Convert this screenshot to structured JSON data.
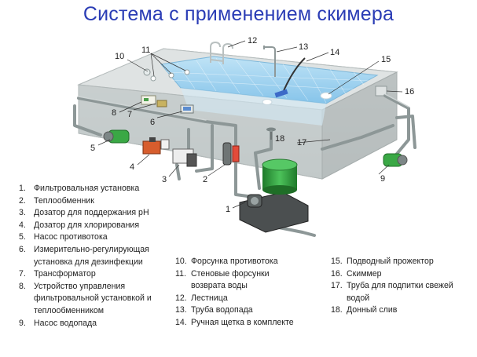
{
  "title": "Система с применением скимера",
  "callouts": [
    "1",
    "2",
    "3",
    "4",
    "5",
    "6",
    "7",
    "8",
    "9",
    "10",
    "11",
    "12",
    "13",
    "14",
    "15",
    "16",
    "17",
    "18"
  ],
  "legend": [
    [
      {
        "num": "1.",
        "text": "Фильтровальная установка"
      },
      {
        "num": "2.",
        "text": "Теплообменник"
      },
      {
        "num": "3.",
        "text": "Дозатор для поддержания рН"
      },
      {
        "num": "4.",
        "text": "Дозатор для хлорирования"
      },
      {
        "num": "5.",
        "text": "Насос противотока"
      },
      {
        "num": "6.",
        "text": "Измерительно-регулирующая установка для дезинфекции"
      },
      {
        "num": "7.",
        "text": "Трансформатор"
      },
      {
        "num": "8.",
        "text": "Устройство управления фильтровальной установкой и теплообменником"
      },
      {
        "num": "9.",
        "text": "Насос водопада"
      }
    ],
    [
      {
        "num": "10.",
        "text": "Форсунка противотока"
      },
      {
        "num": "11.",
        "text": "Стеновые форсунки возврата воды"
      },
      {
        "num": "12.",
        "text": "Лестница"
      },
      {
        "num": "13.",
        "text": "Труба водопада"
      },
      {
        "num": "14.",
        "text": "Ручная щетка в комплекте"
      }
    ],
    [
      {
        "num": "15.",
        "text": "Подводный прожектор"
      },
      {
        "num": "16.",
        "text": "Скиммер"
      },
      {
        "num": "17.",
        "text": "Труба для подпитки свежей водой"
      },
      {
        "num": "18.",
        "text": "Донный слив"
      }
    ]
  ],
  "colors": {
    "title": "#2a3cb5",
    "pool_wall": "#c9cfcf",
    "water": "#9fd3f0",
    "pipe": "#8d9797",
    "pump": "#3aa845"
  }
}
